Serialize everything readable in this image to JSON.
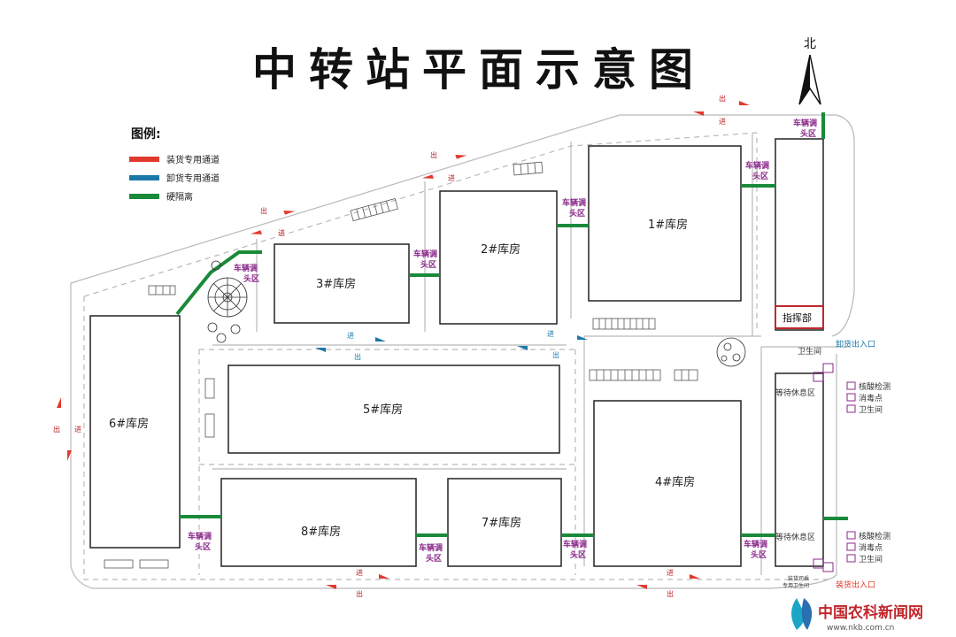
{
  "title": "中转站平面示意图",
  "north_label": "北",
  "legend": {
    "heading": "图例:",
    "items": [
      {
        "label": "装货专用通道",
        "color": "#e03a2f"
      },
      {
        "label": "卸货专用通道",
        "color": "#1b78a8"
      },
      {
        "label": "硬隔离",
        "color": "#1a8a3a"
      }
    ]
  },
  "warehouses": {
    "wh1": "1#库房",
    "wh2": "2#库房",
    "wh3": "3#库房",
    "wh4": "4#库房",
    "wh5": "5#库房",
    "wh6": "6#库房",
    "wh7": "7#库房",
    "wh8": "8#库房"
  },
  "turn_zone": {
    "line1": "车辆调",
    "line2": "头区"
  },
  "hq_label": "指挥部",
  "waiting_area": "等待休息区",
  "toilet": "卫生间",
  "facilities": [
    "核酸检测",
    "消毒点",
    "卫生间"
  ],
  "driver_toilet": {
    "line1": "装货司乘",
    "line2": "专用卫生间"
  },
  "unload_gate": "卸货出入口",
  "load_gate": "装货出入口",
  "arrow_in": "进",
  "arrow_out": "出",
  "watermark": {
    "brand": "中国农科新闻网",
    "url": "www.nkb.com.cn"
  },
  "colors": {
    "load": "#e03a2f",
    "unload": "#1b78a8",
    "barrier": "#1a8a3a",
    "purple": "#8a2a8a",
    "hq_border": "#c0282d"
  }
}
